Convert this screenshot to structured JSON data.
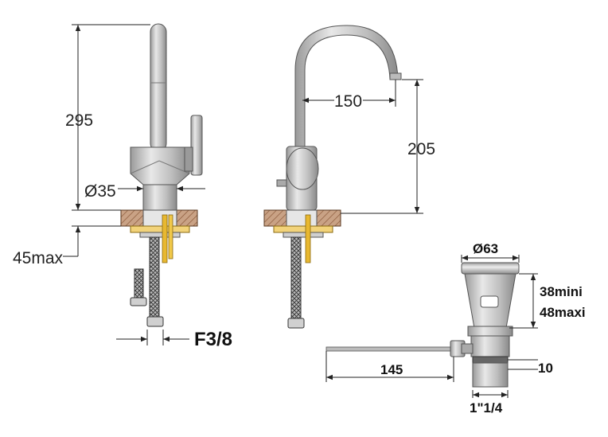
{
  "dimensions": {
    "height_total": "295",
    "body_diameter": "Ø35",
    "deck_max": "45max",
    "connection": "F3/8",
    "spout_reach": "150",
    "spout_height": "205",
    "waste_diameter": "Ø63",
    "waste_min": "38mini",
    "waste_max": "48maxi",
    "rod_length": "145",
    "thread": "1\"1/4",
    "waste_lip": "10"
  },
  "colors": {
    "chrome": "#c8c8c8",
    "chrome_dark": "#8a8a8a",
    "deck": "#b98a6a",
    "brass": "#e8b830",
    "hose": "#777777",
    "line": "#222222"
  }
}
